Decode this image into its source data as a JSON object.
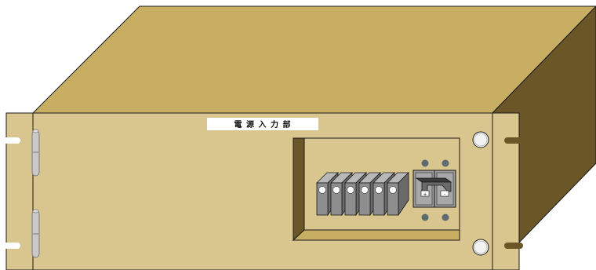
{
  "panel_label": "電 源 入 力 部",
  "colors": {
    "top": "#c8ae62",
    "side": "#6b5628",
    "front": "#d8c68e",
    "outline": "#1a1a1a",
    "breaker_body": "#9a9a9a",
    "breaker_dark": "#5a5a5a",
    "screw": "#5e6a72"
  },
  "terminal_block": {
    "count": 6
  },
  "main_breaker": {
    "poles": 2,
    "pole_markers": [
      "+",
      "-"
    ]
  }
}
